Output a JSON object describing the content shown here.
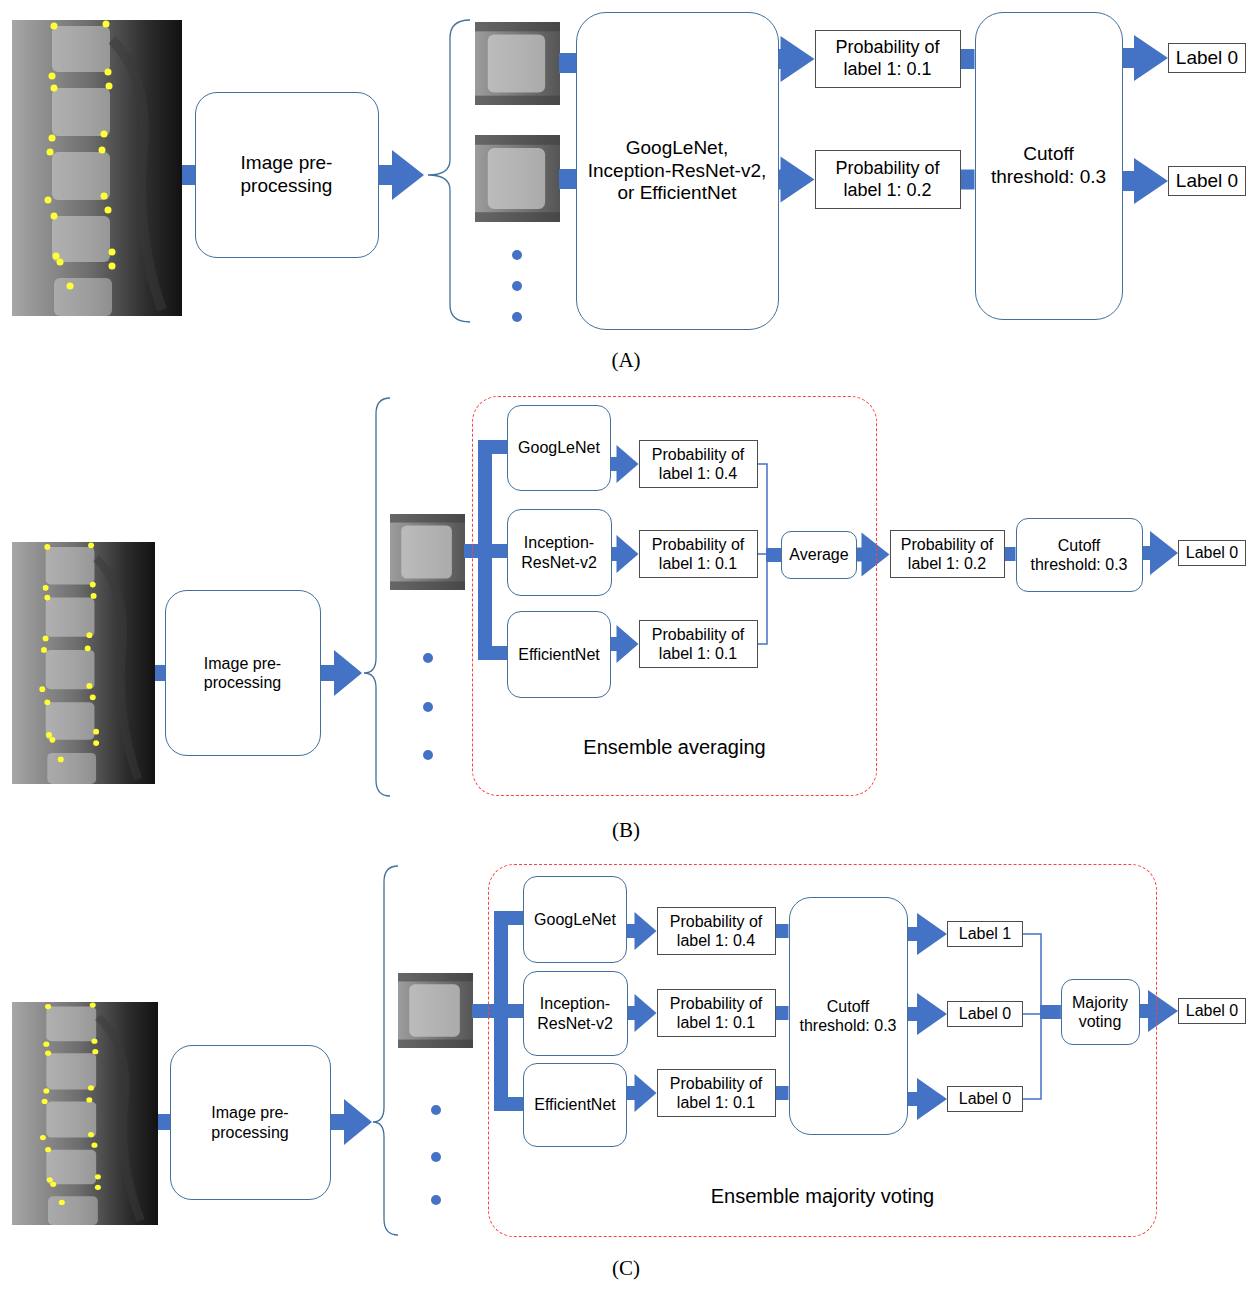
{
  "diagram": {
    "nodes": [
      {
        "text": [
          "Image pre-processing"
        ]
      },
      {
        "text": [
          "GoogLeNet, Inception-ResNet-v2, or EfficientNet"
        ]
      },
      {
        "text": [
          "Probability of label 1: 0.1"
        ]
      },
      {
        "text": [
          "Probability of label 1: 0.2"
        ]
      },
      {
        "text": [
          "Cutoff threshold: 0.3"
        ]
      },
      {
        "text": [
          "Label 0"
        ]
      },
      {
        "text": [
          "Label 0"
        ]
      },
      {
        "text": [
          "Image pre-processing"
        ]
      },
      {
        "text": [
          "Ensemble averaging"
        ]
      },
      {
        "text": [
          "GoogLeNet"
        ],
        "in": 8
      },
      {
        "text": [
          "Probability of label 1: 0.4"
        ],
        "in": 8
      },
      {
        "text": [
          "Inception-ResNet-v2"
        ],
        "in": 8
      },
      {
        "text": [
          "Probability of label 1: 0.1"
        ],
        "in": 8
      },
      {
        "text": [
          "EfficientNet"
        ],
        "in": 8
      },
      {
        "text": [
          "Probability of label 1: 0.1"
        ],
        "in": 8
      },
      {
        "text": [
          "Average"
        ],
        "in": 8
      },
      {
        "text": [
          "Probability of label 1: 0.2"
        ]
      },
      {
        "text": [
          "Cutoff threshold: 0.3"
        ]
      },
      {
        "text": [
          "Label 0"
        ]
      },
      {
        "text": [
          "Image pre-processing"
        ]
      },
      {
        "text": [
          "Ensemble majority voting"
        ]
      },
      {
        "text": [
          "GoogLeNet"
        ],
        "in": 20
      },
      {
        "text": [
          "Probability of label 1: 0.4"
        ],
        "in": 20
      },
      {
        "text": [
          "Inception-ResNet-v2"
        ],
        "in": 20
      },
      {
        "text": [
          "Probability of label 1: 0.1"
        ],
        "in": 20
      },
      {
        "text": [
          "EfficientNet"
        ],
        "in": 20
      },
      {
        "text": [
          "Probability of label 1: 0.1"
        ],
        "in": 20
      },
      {
        "text": [
          "Cutoff threshold: 0.3"
        ],
        "in": 20
      },
      {
        "text": [
          "Label 1"
        ],
        "in": 20
      },
      {
        "text": [
          "Label 0"
        ],
        "in": 20
      },
      {
        "text": [
          "Label 0"
        ],
        "in": 20
      },
      {
        "text": [
          "Majority voting"
        ],
        "in": 20
      },
      {
        "text": [
          "Label 0"
        ]
      }
    ],
    "edges": [
      {
        "from": 1,
        "to": 2,
        "arrow": "to"
      },
      {
        "from": 1,
        "to": 3,
        "arrow": "to"
      },
      {
        "from": 2,
        "to": 4,
        "arrow": "none"
      },
      {
        "from": 3,
        "to": 4,
        "arrow": "none"
      },
      {
        "from": 4,
        "to": 5,
        "arrow": "to"
      },
      {
        "from": 4,
        "to": 6,
        "arrow": "to"
      },
      {
        "from": 9,
        "to": 10,
        "arrow": "to"
      },
      {
        "from": 11,
        "to": 12,
        "arrow": "to"
      },
      {
        "from": 13,
        "to": 14,
        "arrow": "to"
      },
      {
        "from": 10,
        "to": 15,
        "arrow": "none"
      },
      {
        "from": 12,
        "to": 15,
        "arrow": "none"
      },
      {
        "from": 14,
        "to": 15,
        "arrow": "none"
      },
      {
        "from": 15,
        "to": 16,
        "arrow": "to"
      },
      {
        "from": 16,
        "to": 17,
        "arrow": "none"
      },
      {
        "from": 17,
        "to": 18,
        "arrow": "to"
      },
      {
        "from": 21,
        "to": 22,
        "arrow": "to"
      },
      {
        "from": 23,
        "to": 24,
        "arrow": "to"
      },
      {
        "from": 25,
        "to": 26,
        "arrow": "to"
      },
      {
        "from": 22,
        "to": 27,
        "arrow": "none"
      },
      {
        "from": 24,
        "to": 27,
        "arrow": "none"
      },
      {
        "from": 26,
        "to": 27,
        "arrow": "none"
      },
      {
        "from": 27,
        "to": 28,
        "arrow": "to"
      },
      {
        "from": 27,
        "to": 29,
        "arrow": "to"
      },
      {
        "from": 27,
        "to": 30,
        "arrow": "to"
      },
      {
        "from": 28,
        "to": 31,
        "arrow": "none"
      },
      {
        "from": 29,
        "to": 31,
        "arrow": "none"
      },
      {
        "from": 30,
        "to": 31,
        "arrow": "none"
      },
      {
        "from": 31,
        "to": 32,
        "arrow": "to"
      }
    ],
    "labels": [
      "(A)",
      "(B)",
      "(C)"
    ]
  }
}
